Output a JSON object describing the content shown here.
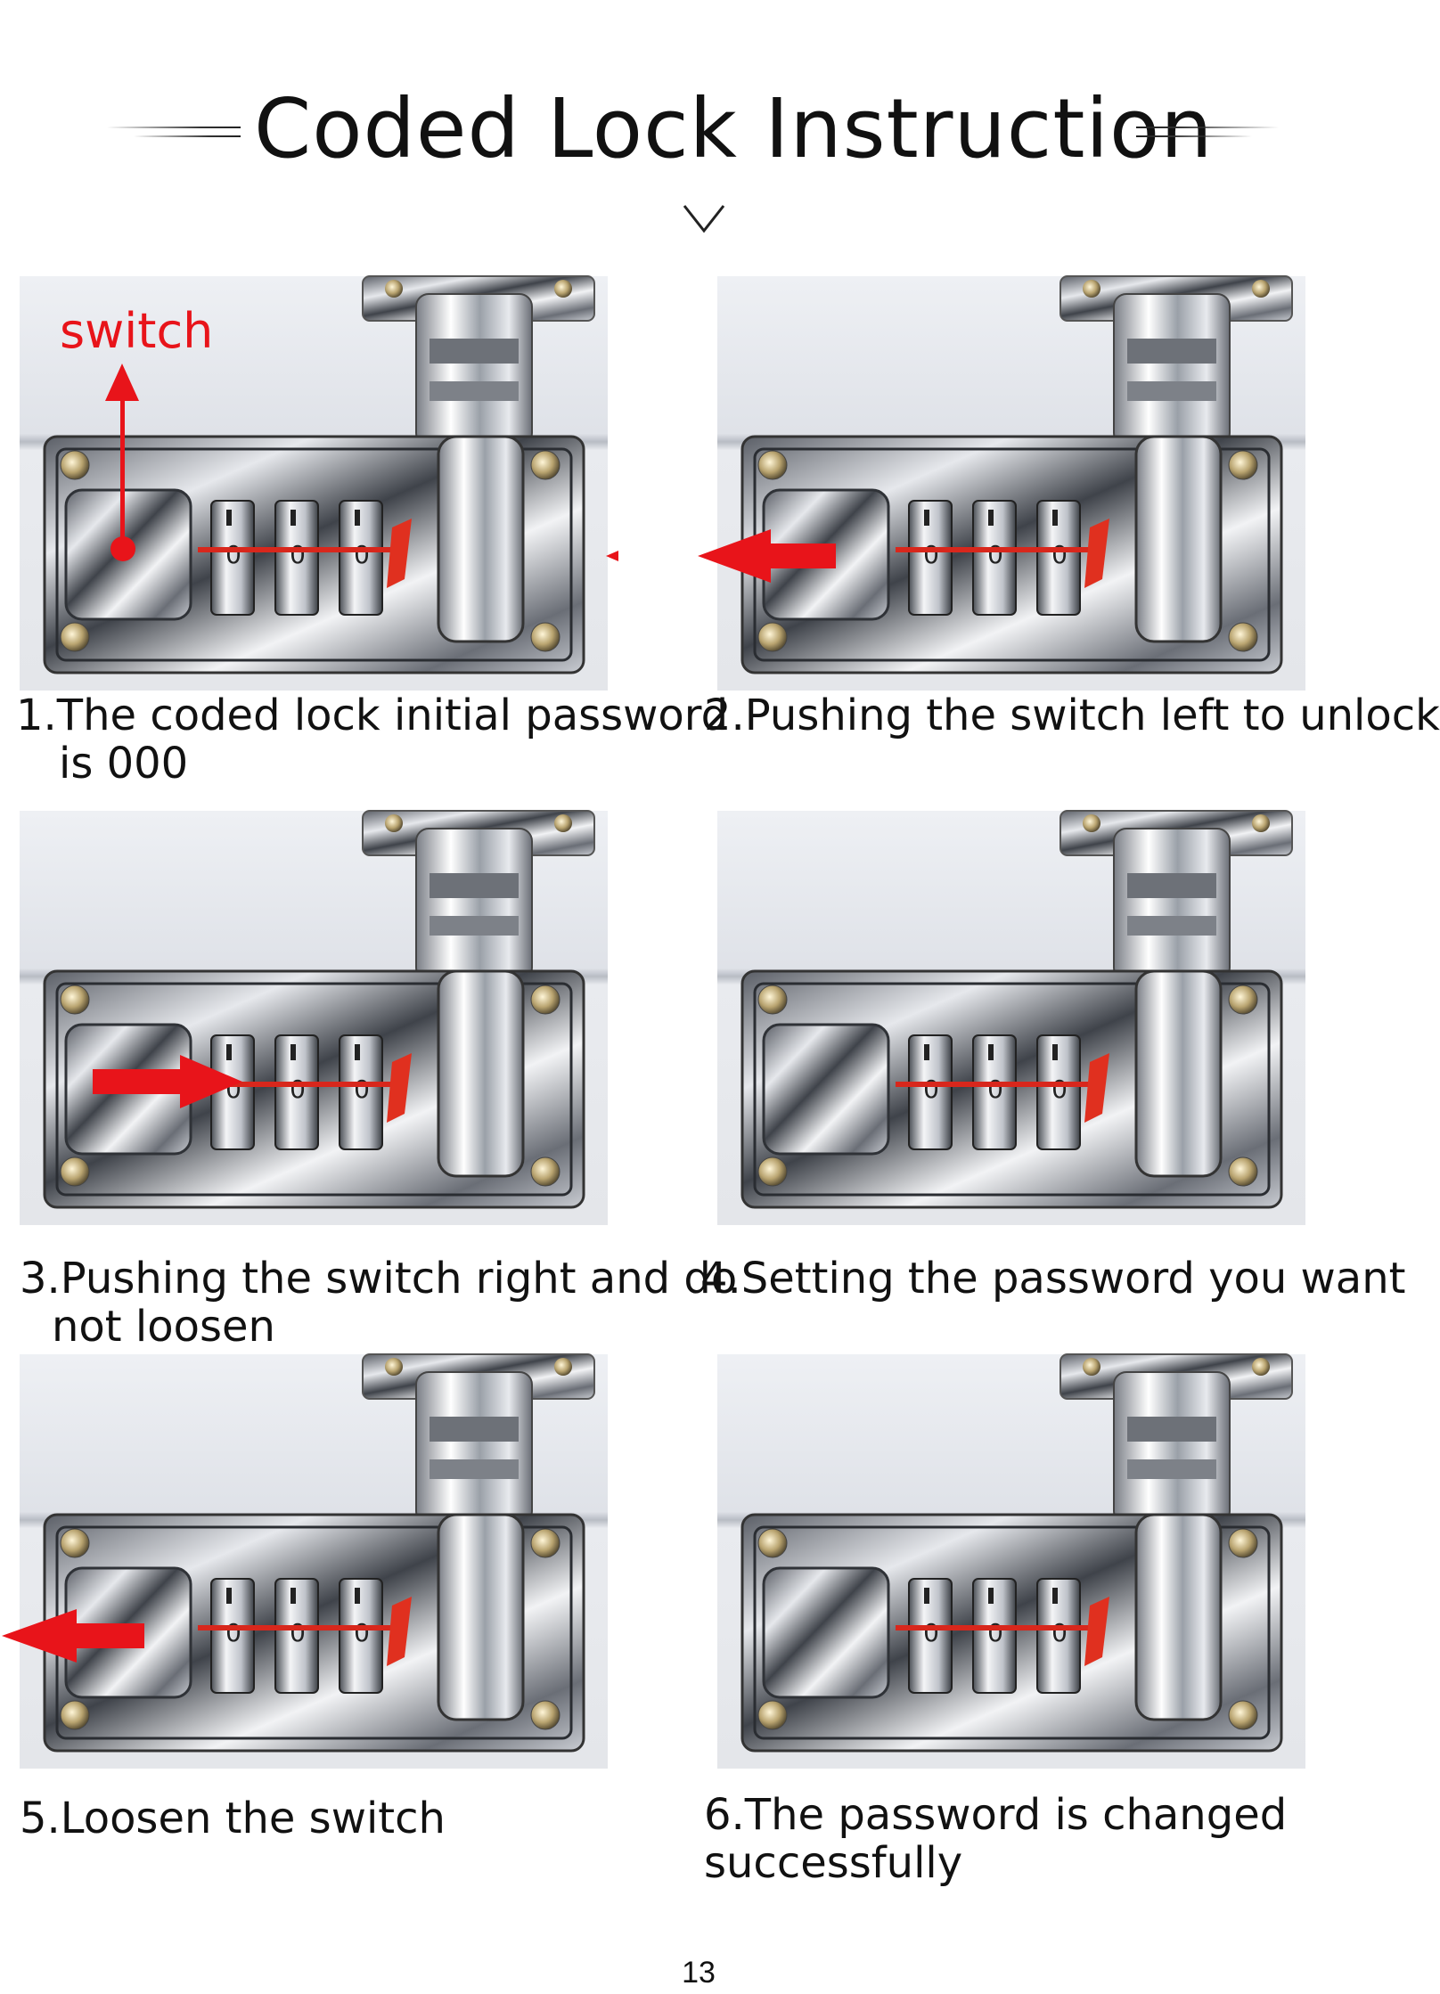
{
  "title": "Coded Lock Instruction",
  "steps": [
    {
      "line1": "1.The coded lock initial password",
      "line2": "is 000",
      "annotation": "switch",
      "arrow": "annotation-up"
    },
    {
      "line1": "2.Pushing the switch left to unlock",
      "line2": "",
      "arrow": "left"
    },
    {
      "line1": "3.Pushing the switch right and do",
      "line2": "not loosen",
      "arrow": "right"
    },
    {
      "line1": "4.Setting the password you want",
      "line2": "",
      "arrow": "none"
    },
    {
      "line1": "5.Loosen the switch",
      "line2": "",
      "arrow": "left"
    },
    {
      "line1": "6.The password is changed",
      "line2": "successfully",
      "arrow": "none"
    }
  ],
  "page_number": "13",
  "colors": {
    "arrow": "#e8141a",
    "text": "#111111",
    "plate": "#c9ccd2"
  },
  "icons": [
    "chevron-down-icon",
    "arrow-up-icon",
    "arrow-left-icon",
    "arrow-right-icon"
  ]
}
